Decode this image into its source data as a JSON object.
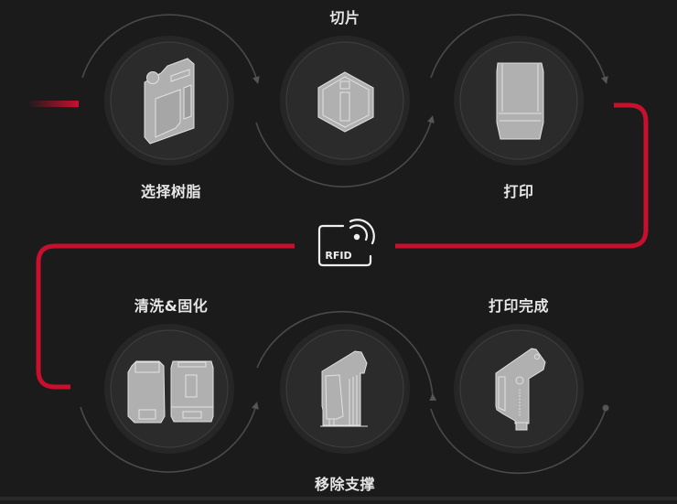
{
  "colors": {
    "background": "#1b1b1b",
    "accent_red": "#c8102e",
    "disc_outer": "#262626",
    "disc_inner": "#2b2b2b",
    "ring": "#3c3c3c",
    "arc": "#4a4a4a",
    "icon_fill": "#b0b0b0",
    "icon_line": "#e2e2e2",
    "label_text": "#e6e6e6"
  },
  "steps": [
    {
      "id": "select-resin",
      "label": "选择树脂",
      "icon": "resin-bottle-icon"
    },
    {
      "id": "slice",
      "label": "切片",
      "icon": "slicer-hexagon-icon"
    },
    {
      "id": "print",
      "label": "打印",
      "icon": "resin-tank-icon"
    },
    {
      "id": "print-complete",
      "label": "打印完成",
      "icon": "build-plate-part-icon"
    },
    {
      "id": "remove-supports",
      "label": "移除支撑",
      "icon": "supports-part-icon"
    },
    {
      "id": "wash-cure",
      "label": "清洗&固化",
      "icon": "wash-cure-machines-icon"
    }
  ],
  "rfid_badge": {
    "text": "RFID",
    "icon": "rfid-signal-icon"
  }
}
